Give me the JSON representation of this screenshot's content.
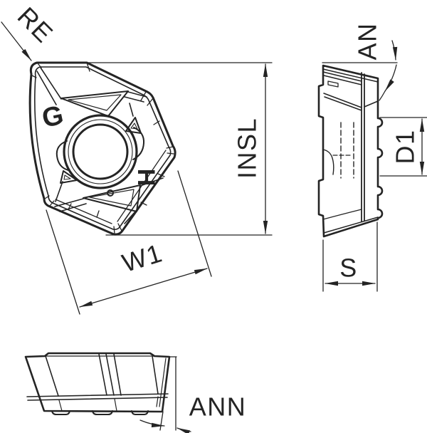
{
  "drawing": {
    "background": "#ffffff",
    "line_color": "#242424",
    "front_view_marks": {
      "g_mark": "G",
      "h_mark": "H"
    },
    "dimensions": {
      "corner_radius": "RE",
      "axial_angle": "AN",
      "insert_length": "INSL",
      "hole_diameter": "D1",
      "width": "W1",
      "thickness": "S",
      "minor_angle": "ANN"
    }
  }
}
